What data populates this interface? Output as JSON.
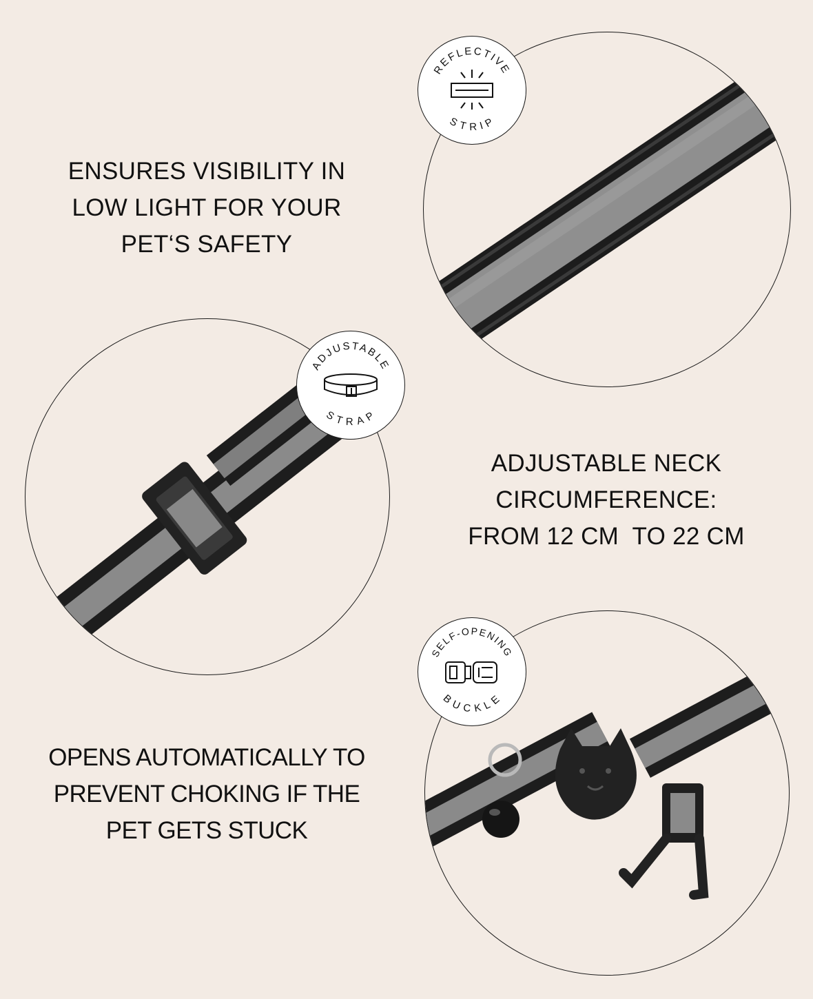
{
  "features": [
    {
      "text_lines": [
        "ENSURES VISIBILITY IN",
        "LOW LIGHT FOR YOUR",
        "PET‘S SAFETY"
      ],
      "badge": {
        "top": "REFLECTIVE",
        "bottom": "STRIP",
        "icon": "reflective-strip-icon"
      }
    },
    {
      "text_lines": [
        "ADJUSTABLE NECK",
        "CIRCUMFERENCE:",
        "FROM 12 CM  TO 22 CM"
      ],
      "badge": {
        "top": "ADJUSTABLE",
        "bottom": "STRAP",
        "icon": "collar-strap-icon"
      }
    },
    {
      "text_lines": [
        "OPENS AUTOMATICALLY TO",
        "PREVENT CHOKING IF THE",
        "PET GETS STUCK"
      ],
      "badge": {
        "top": "SELF-OPENING",
        "bottom": "BUCKLE",
        "icon": "buckle-icon"
      }
    }
  ],
  "colors": {
    "background": "#f3ebe4",
    "text": "#111111",
    "strap_black": "#1c1c1c",
    "reflective_grey": "#8d8d8d"
  }
}
